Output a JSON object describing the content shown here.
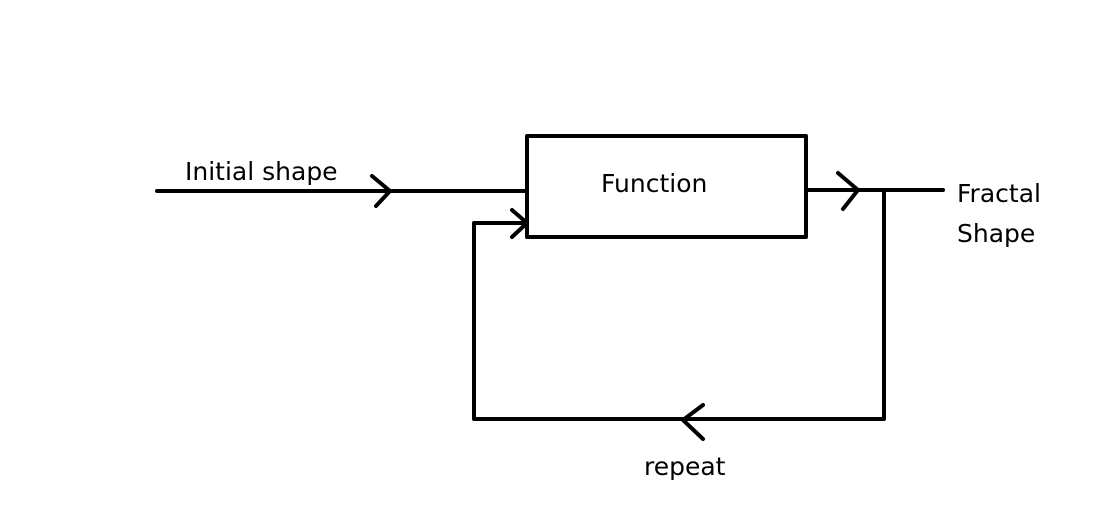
{
  "diagram": {
    "input_label": "Initial shape",
    "box_label": "Function",
    "output_label_line1": "Fractal",
    "output_label_line2": "Shape",
    "loop_label": "repeat"
  },
  "colors": {
    "stroke": "#000000",
    "background": "#ffffff"
  }
}
